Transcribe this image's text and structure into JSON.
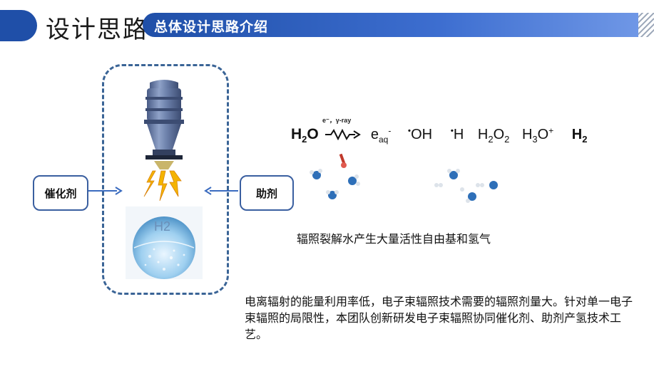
{
  "header": {
    "main_title": "设计思路",
    "section_title": "总体设计思路介绍"
  },
  "diagram": {
    "left_label": "催化剂",
    "right_label": "助剂",
    "flask_label": "H2"
  },
  "reaction": {
    "arrow_label": "e⁻，γ-ray",
    "reactant": "H₂O",
    "products": [
      "e",
      "•OH",
      "•H",
      "H₂O₂",
      "H₃O⁺",
      "H₂"
    ],
    "caption": "辐照裂解水产生大量活性自由基和氢气"
  },
  "description": "电离辐射的能量利用率低，电子束辐照技术需要的辐照剂量大。针对单一电子束辐照的局限性，本团队创新研发电子束辐照协同催化剂、助剂产氢技术工艺。",
  "colors": {
    "accent_blue": "#1f4fa8",
    "dashed_border": "#3a6496"
  }
}
